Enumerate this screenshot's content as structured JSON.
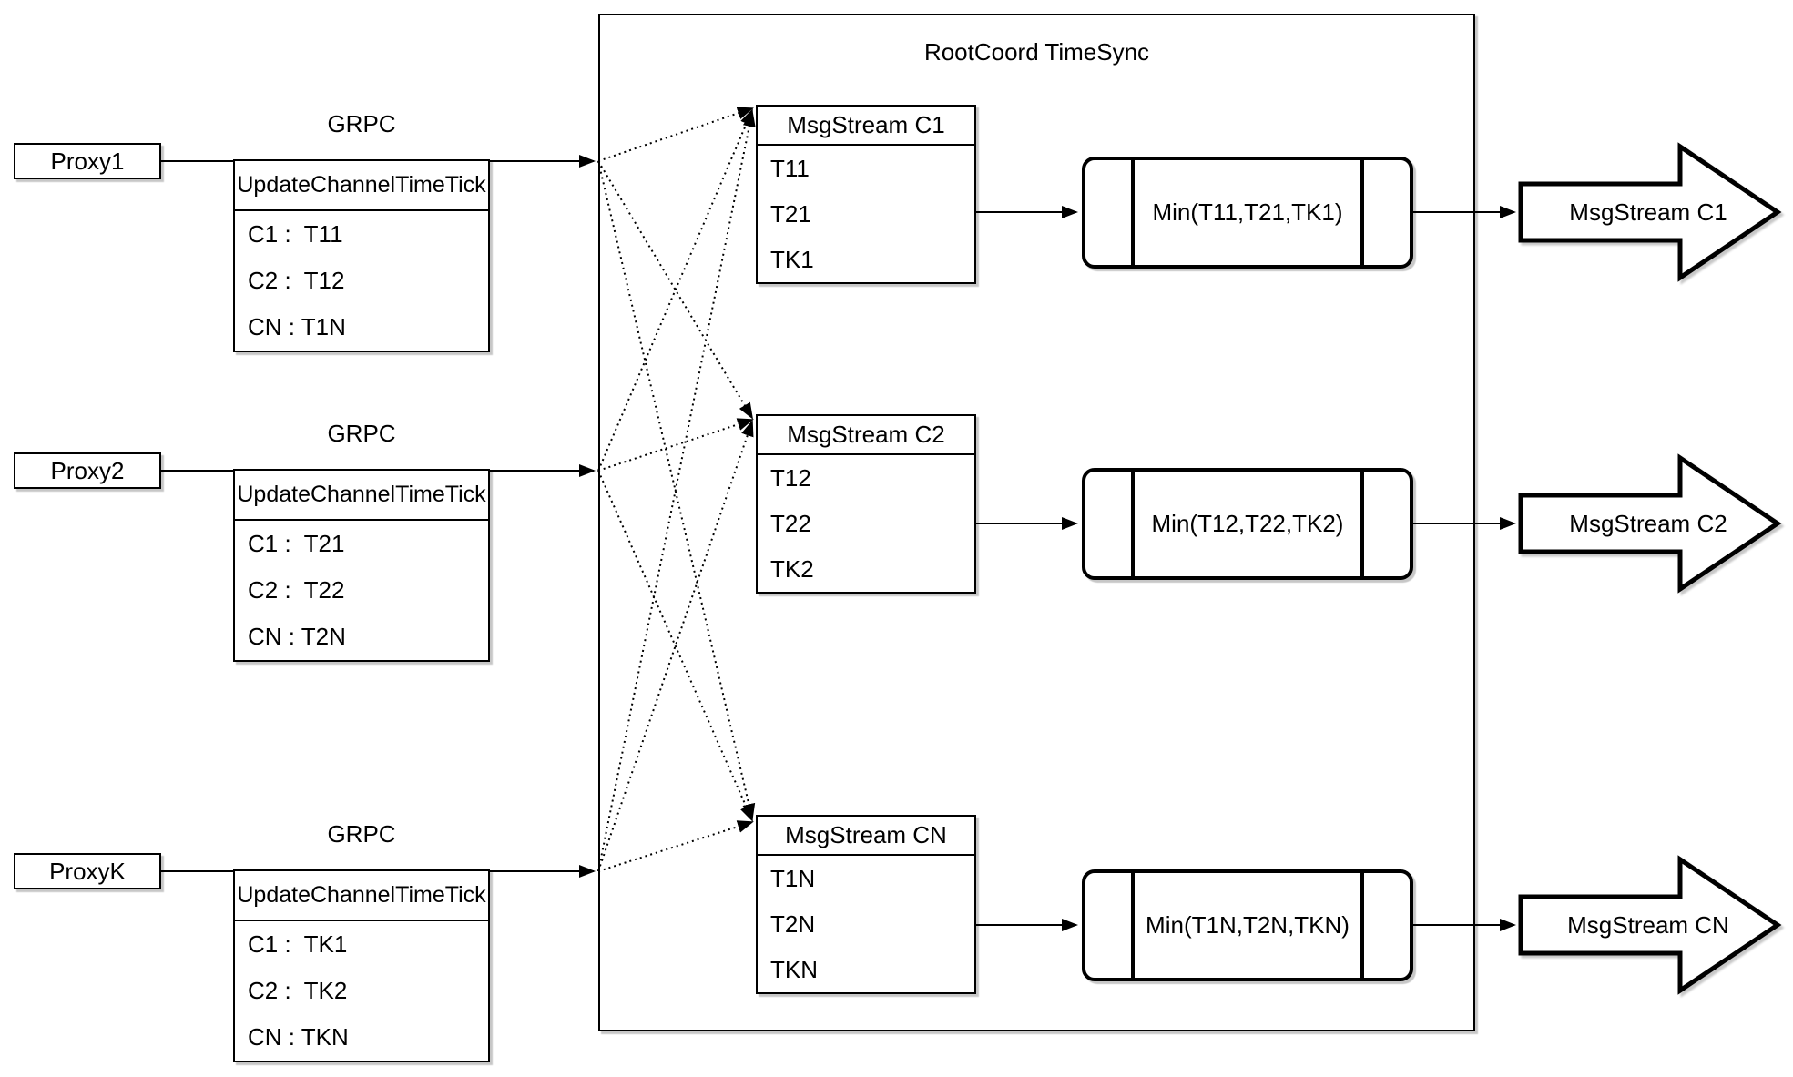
{
  "title": "RootCoord TimeSync",
  "grpc_label": "GRPC",
  "proxies": [
    {
      "name": "Proxy1",
      "table": {
        "header": "UpdateChannelTimeTick",
        "rows": [
          "C1 :  T11",
          "C2 :  T12",
          "CN : T1N"
        ]
      }
    },
    {
      "name": "Proxy2",
      "table": {
        "header": "UpdateChannelTimeTick",
        "rows": [
          "C1 :  T21",
          "C2 :  T22",
          "CN : T2N"
        ]
      }
    },
    {
      "name": "ProxyK",
      "table": {
        "header": "UpdateChannelTimeTick",
        "rows": [
          "C1 :  TK1",
          "C2 :  TK2",
          "CN : TKN"
        ]
      }
    }
  ],
  "streams": [
    {
      "header": "MsgStream C1",
      "timestamps": [
        "T11",
        "T21",
        "TK1"
      ],
      "min_label": "Min(T11,T21,TK1)",
      "output": "MsgStream C1"
    },
    {
      "header": "MsgStream C2",
      "timestamps": [
        "T12",
        "T22",
        "TK2"
      ],
      "min_label": "Min(T12,T22,TK2)",
      "output": "MsgStream C2"
    },
    {
      "header": "MsgStream CN",
      "timestamps": [
        "T1N",
        "T2N",
        "TKN"
      ],
      "min_label": "Min(T1N,T2N,TKN)",
      "output": "MsgStream CN"
    }
  ],
  "colors": {
    "stroke": "#000000",
    "background": "#ffffff",
    "text": "#000000"
  }
}
